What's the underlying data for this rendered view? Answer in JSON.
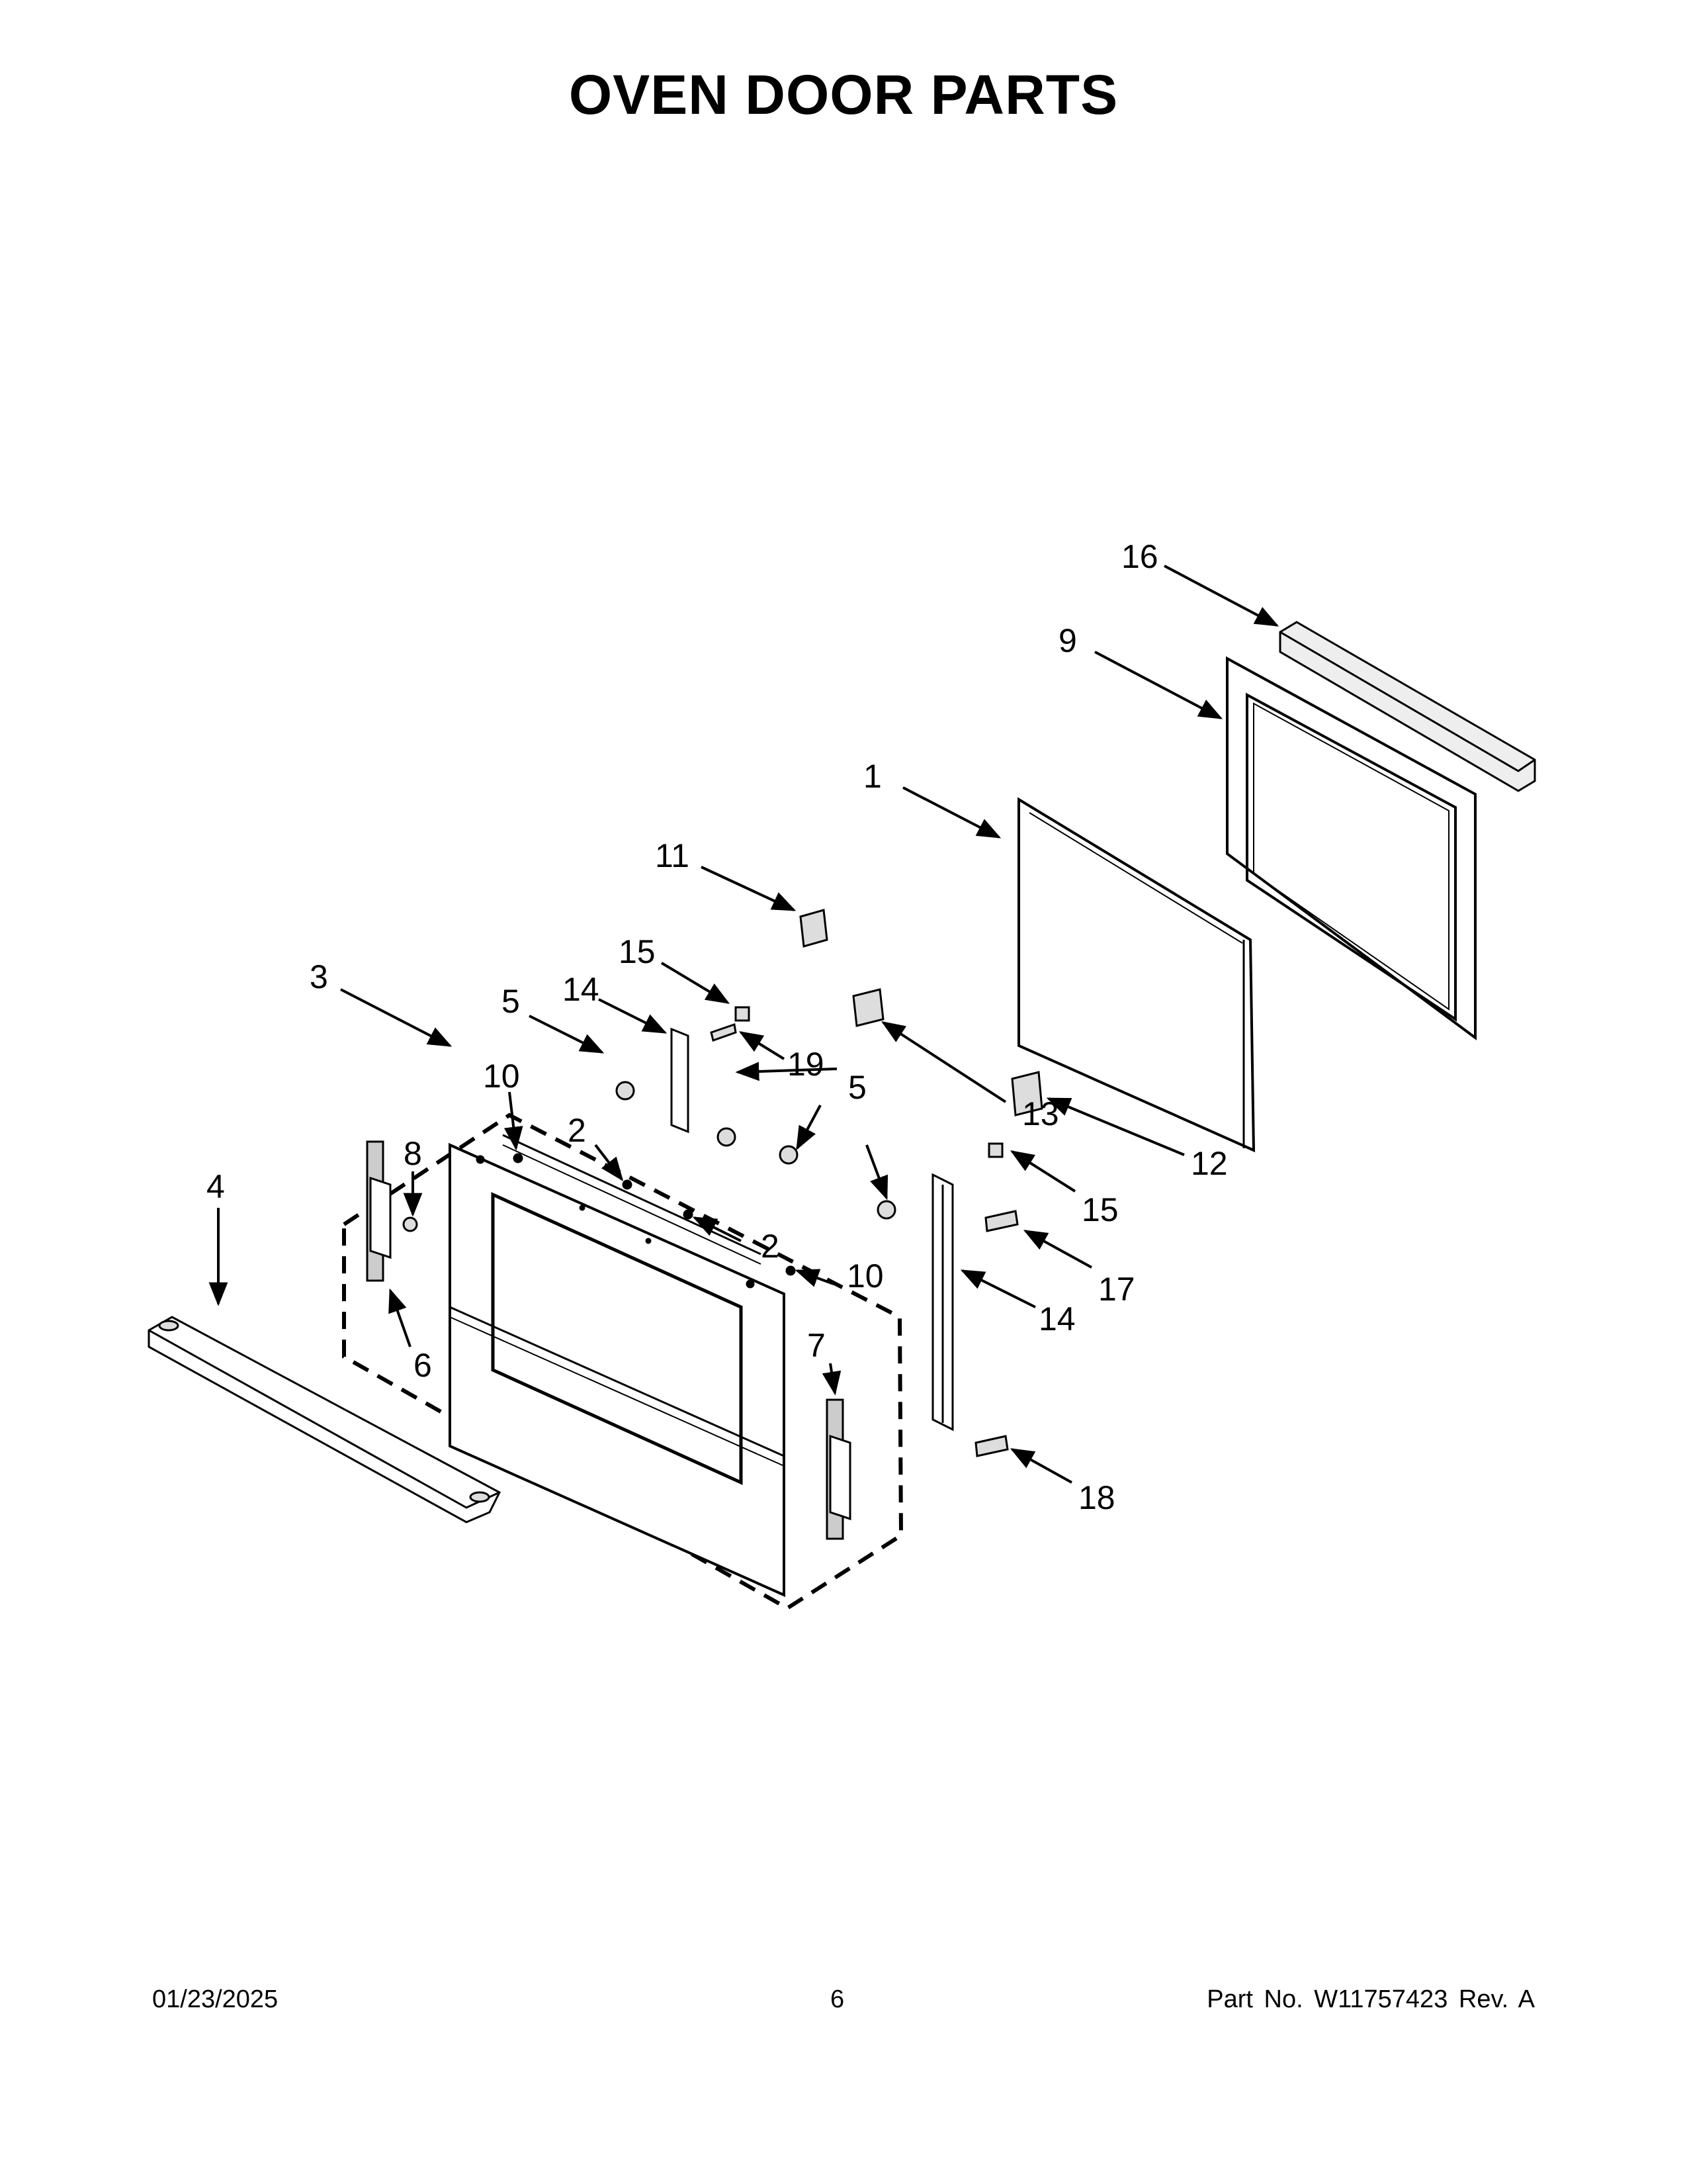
{
  "page": {
    "title": "OVEN DOOR PARTS"
  },
  "callouts": [
    "16",
    "9",
    "1",
    "11",
    "15",
    "14",
    "5",
    "19",
    "3",
    "10",
    "2",
    "5",
    "13",
    "12",
    "8",
    "2",
    "10",
    "15",
    "4",
    "17",
    "14",
    "7",
    "6",
    "18"
  ],
  "footer": {
    "date": "01/23/2025",
    "page_number": "6",
    "part_number": "Part No.  W11757423  Rev.  A"
  }
}
